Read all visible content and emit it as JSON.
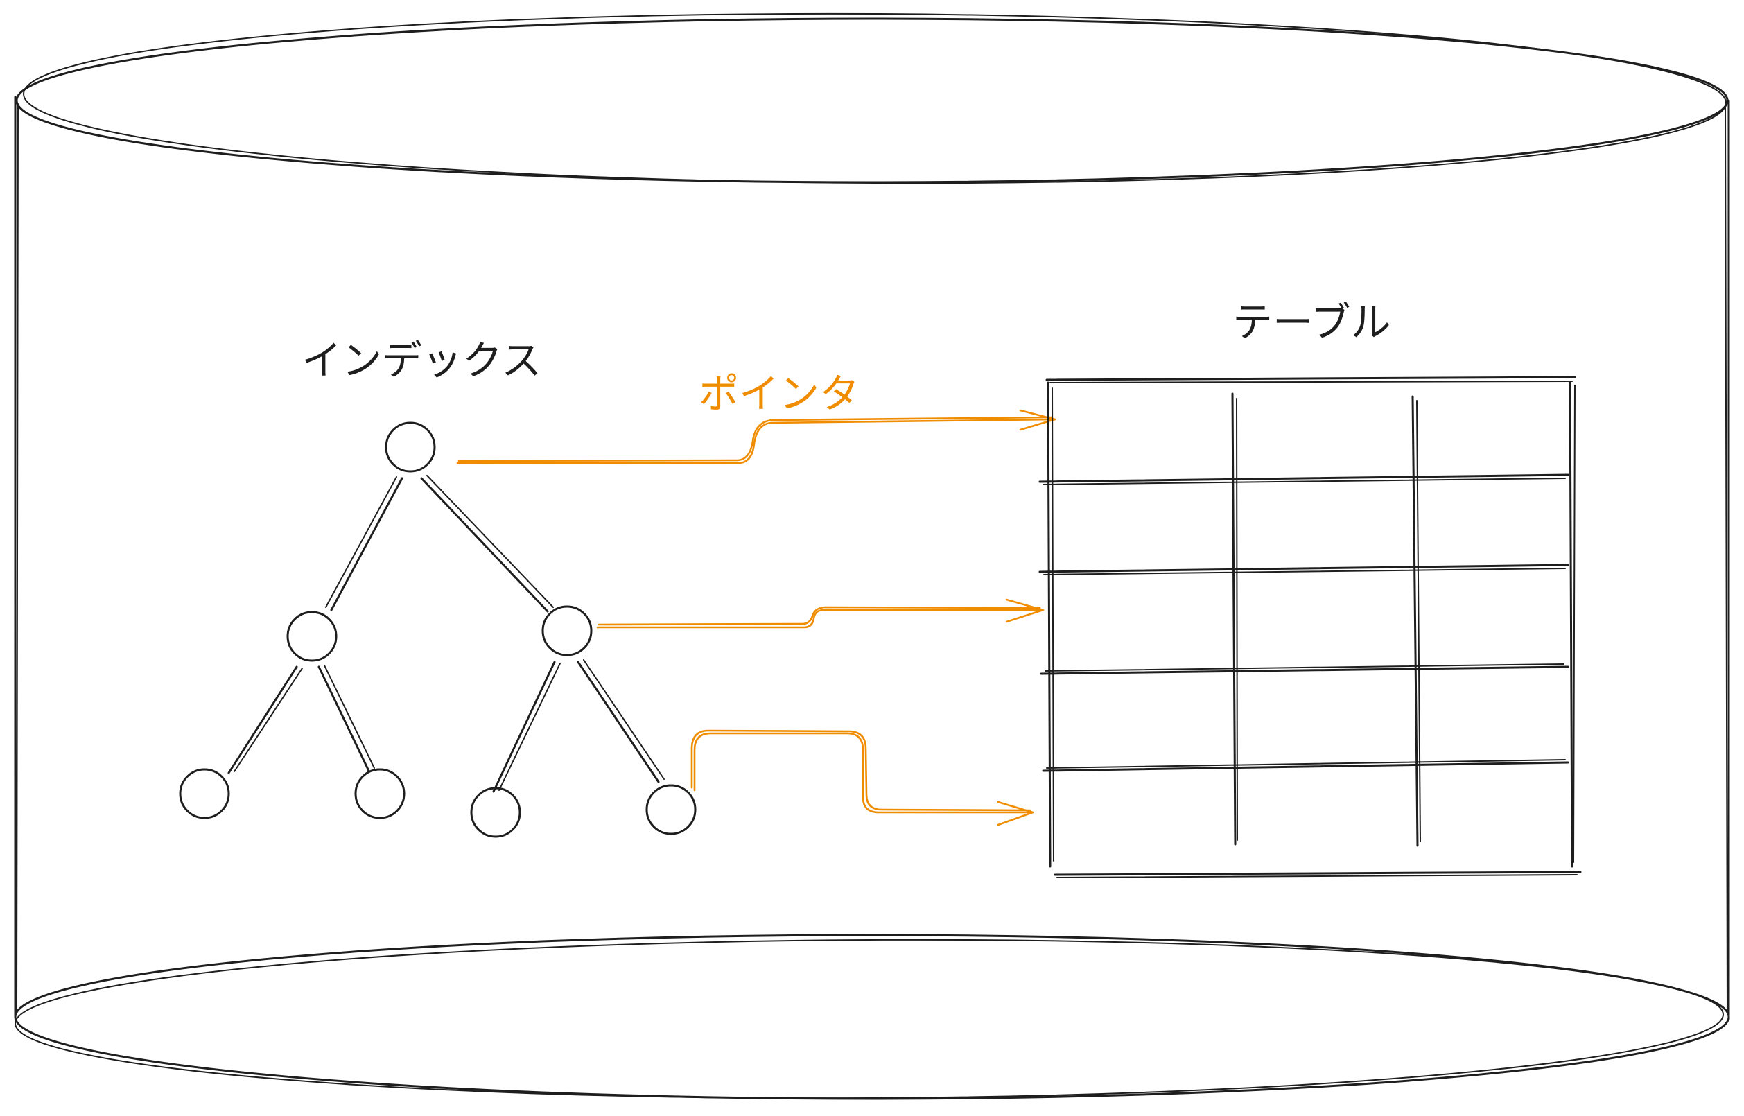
{
  "labels": {
    "index": "インデックス",
    "table": "テーブル",
    "pointer": "ポインタ"
  },
  "colors": {
    "ink": "#1e1e1e",
    "pointer": "#f08c00",
    "background": "#ffffff"
  }
}
